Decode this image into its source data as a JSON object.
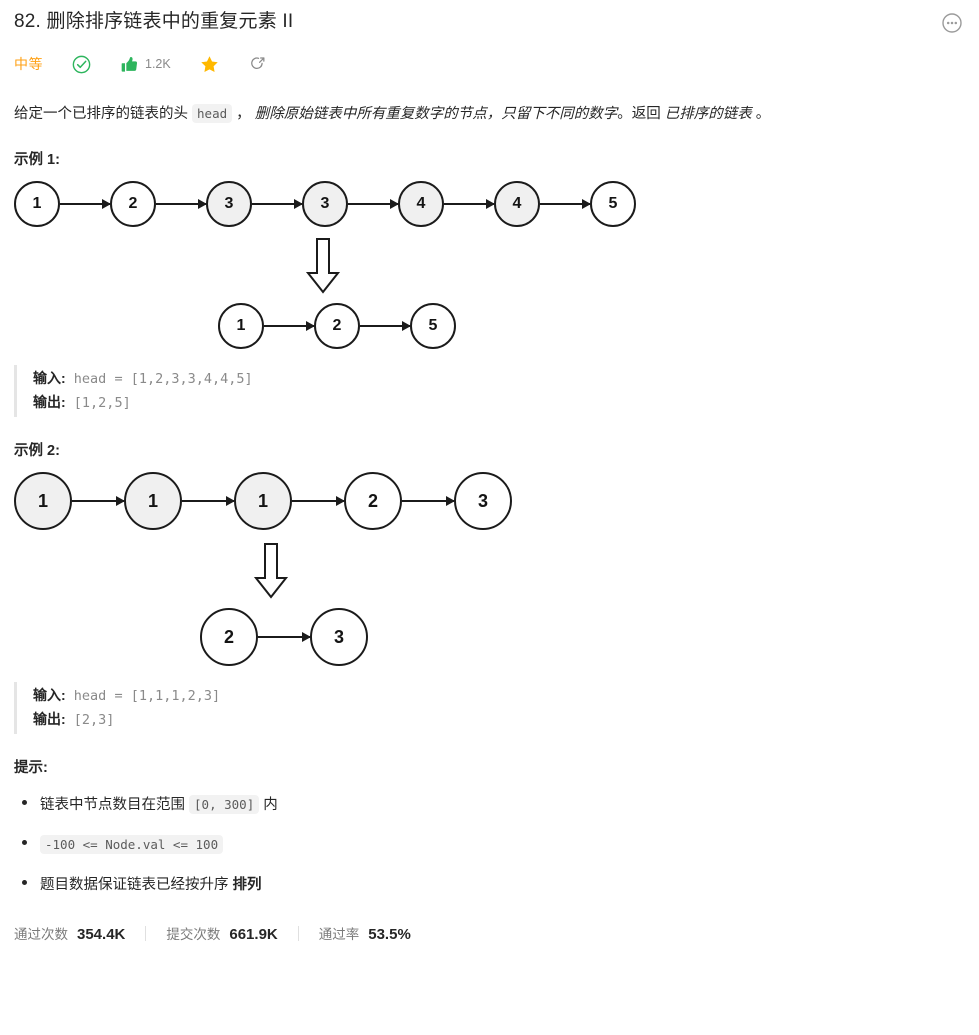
{
  "header": {
    "title": "82. 删除排序链表中的重复元素 II",
    "more_icon": "more-horizontal-circle-icon"
  },
  "meta": {
    "difficulty": "中等",
    "solved_icon": "check-circle-icon",
    "like_icon": "thumbs-up-icon",
    "like_count": "1.2K",
    "favorite_icon": "star-icon",
    "share_icon": "share-icon"
  },
  "description": {
    "part1": "给定一个已排序的链表的头 ",
    "code": "head",
    "part2": " ， ",
    "emphasis": "删除原始链表中所有重复数字的节点，只留下不同的数字",
    "part3": "。返回 ",
    "emphasis2": "已排序的链表",
    "part4": " 。"
  },
  "examples": [
    {
      "heading": "示例 1:",
      "diagram": {
        "before": [
          {
            "value": "1",
            "dup": false
          },
          {
            "value": "2",
            "dup": false
          },
          {
            "value": "3",
            "dup": true
          },
          {
            "value": "3",
            "dup": true
          },
          {
            "value": "4",
            "dup": true
          },
          {
            "value": "4",
            "dup": true
          },
          {
            "value": "5",
            "dup": false
          }
        ],
        "after": [
          {
            "value": "1",
            "dup": false
          },
          {
            "value": "2",
            "dup": false
          },
          {
            "value": "5",
            "dup": false
          }
        ]
      },
      "input_label": "输入:",
      "input_value": " head = [1,2,3,3,4,4,5]",
      "output_label": "输出:",
      "output_value": " [1,2,5]"
    },
    {
      "heading": "示例 2:",
      "diagram": {
        "before": [
          {
            "value": "1",
            "dup": true
          },
          {
            "value": "1",
            "dup": true
          },
          {
            "value": "1",
            "dup": true
          },
          {
            "value": "2",
            "dup": false
          },
          {
            "value": "3",
            "dup": false
          }
        ],
        "after": [
          {
            "value": "2",
            "dup": false
          },
          {
            "value": "3",
            "dup": false
          }
        ]
      },
      "input_label": "输入:",
      "input_value": " head = [1,1,1,2,3]",
      "output_label": "输出:",
      "output_value": " [2,3]"
    }
  ],
  "constraints": {
    "heading": "提示:",
    "items": [
      {
        "pre": "链表中节点数目在范围 ",
        "code": "[0, 300]",
        "post": " 内",
        "bold": ""
      },
      {
        "pre": "",
        "code": "-100 <= Node.val <= 100",
        "post": "",
        "bold": ""
      },
      {
        "pre": "题目数据保证链表已经按升序 ",
        "code": "",
        "post": "",
        "bold": "排列"
      }
    ]
  },
  "stats": [
    {
      "label": "通过次数",
      "value": "354.4K"
    },
    {
      "label": "提交次数",
      "value": "661.9K"
    },
    {
      "label": "通过率",
      "value": "53.5%"
    }
  ],
  "colors": {
    "difficulty": "#ffa116",
    "solved": "#00af9b",
    "like": "#2db55d",
    "star": "#ffb800"
  }
}
